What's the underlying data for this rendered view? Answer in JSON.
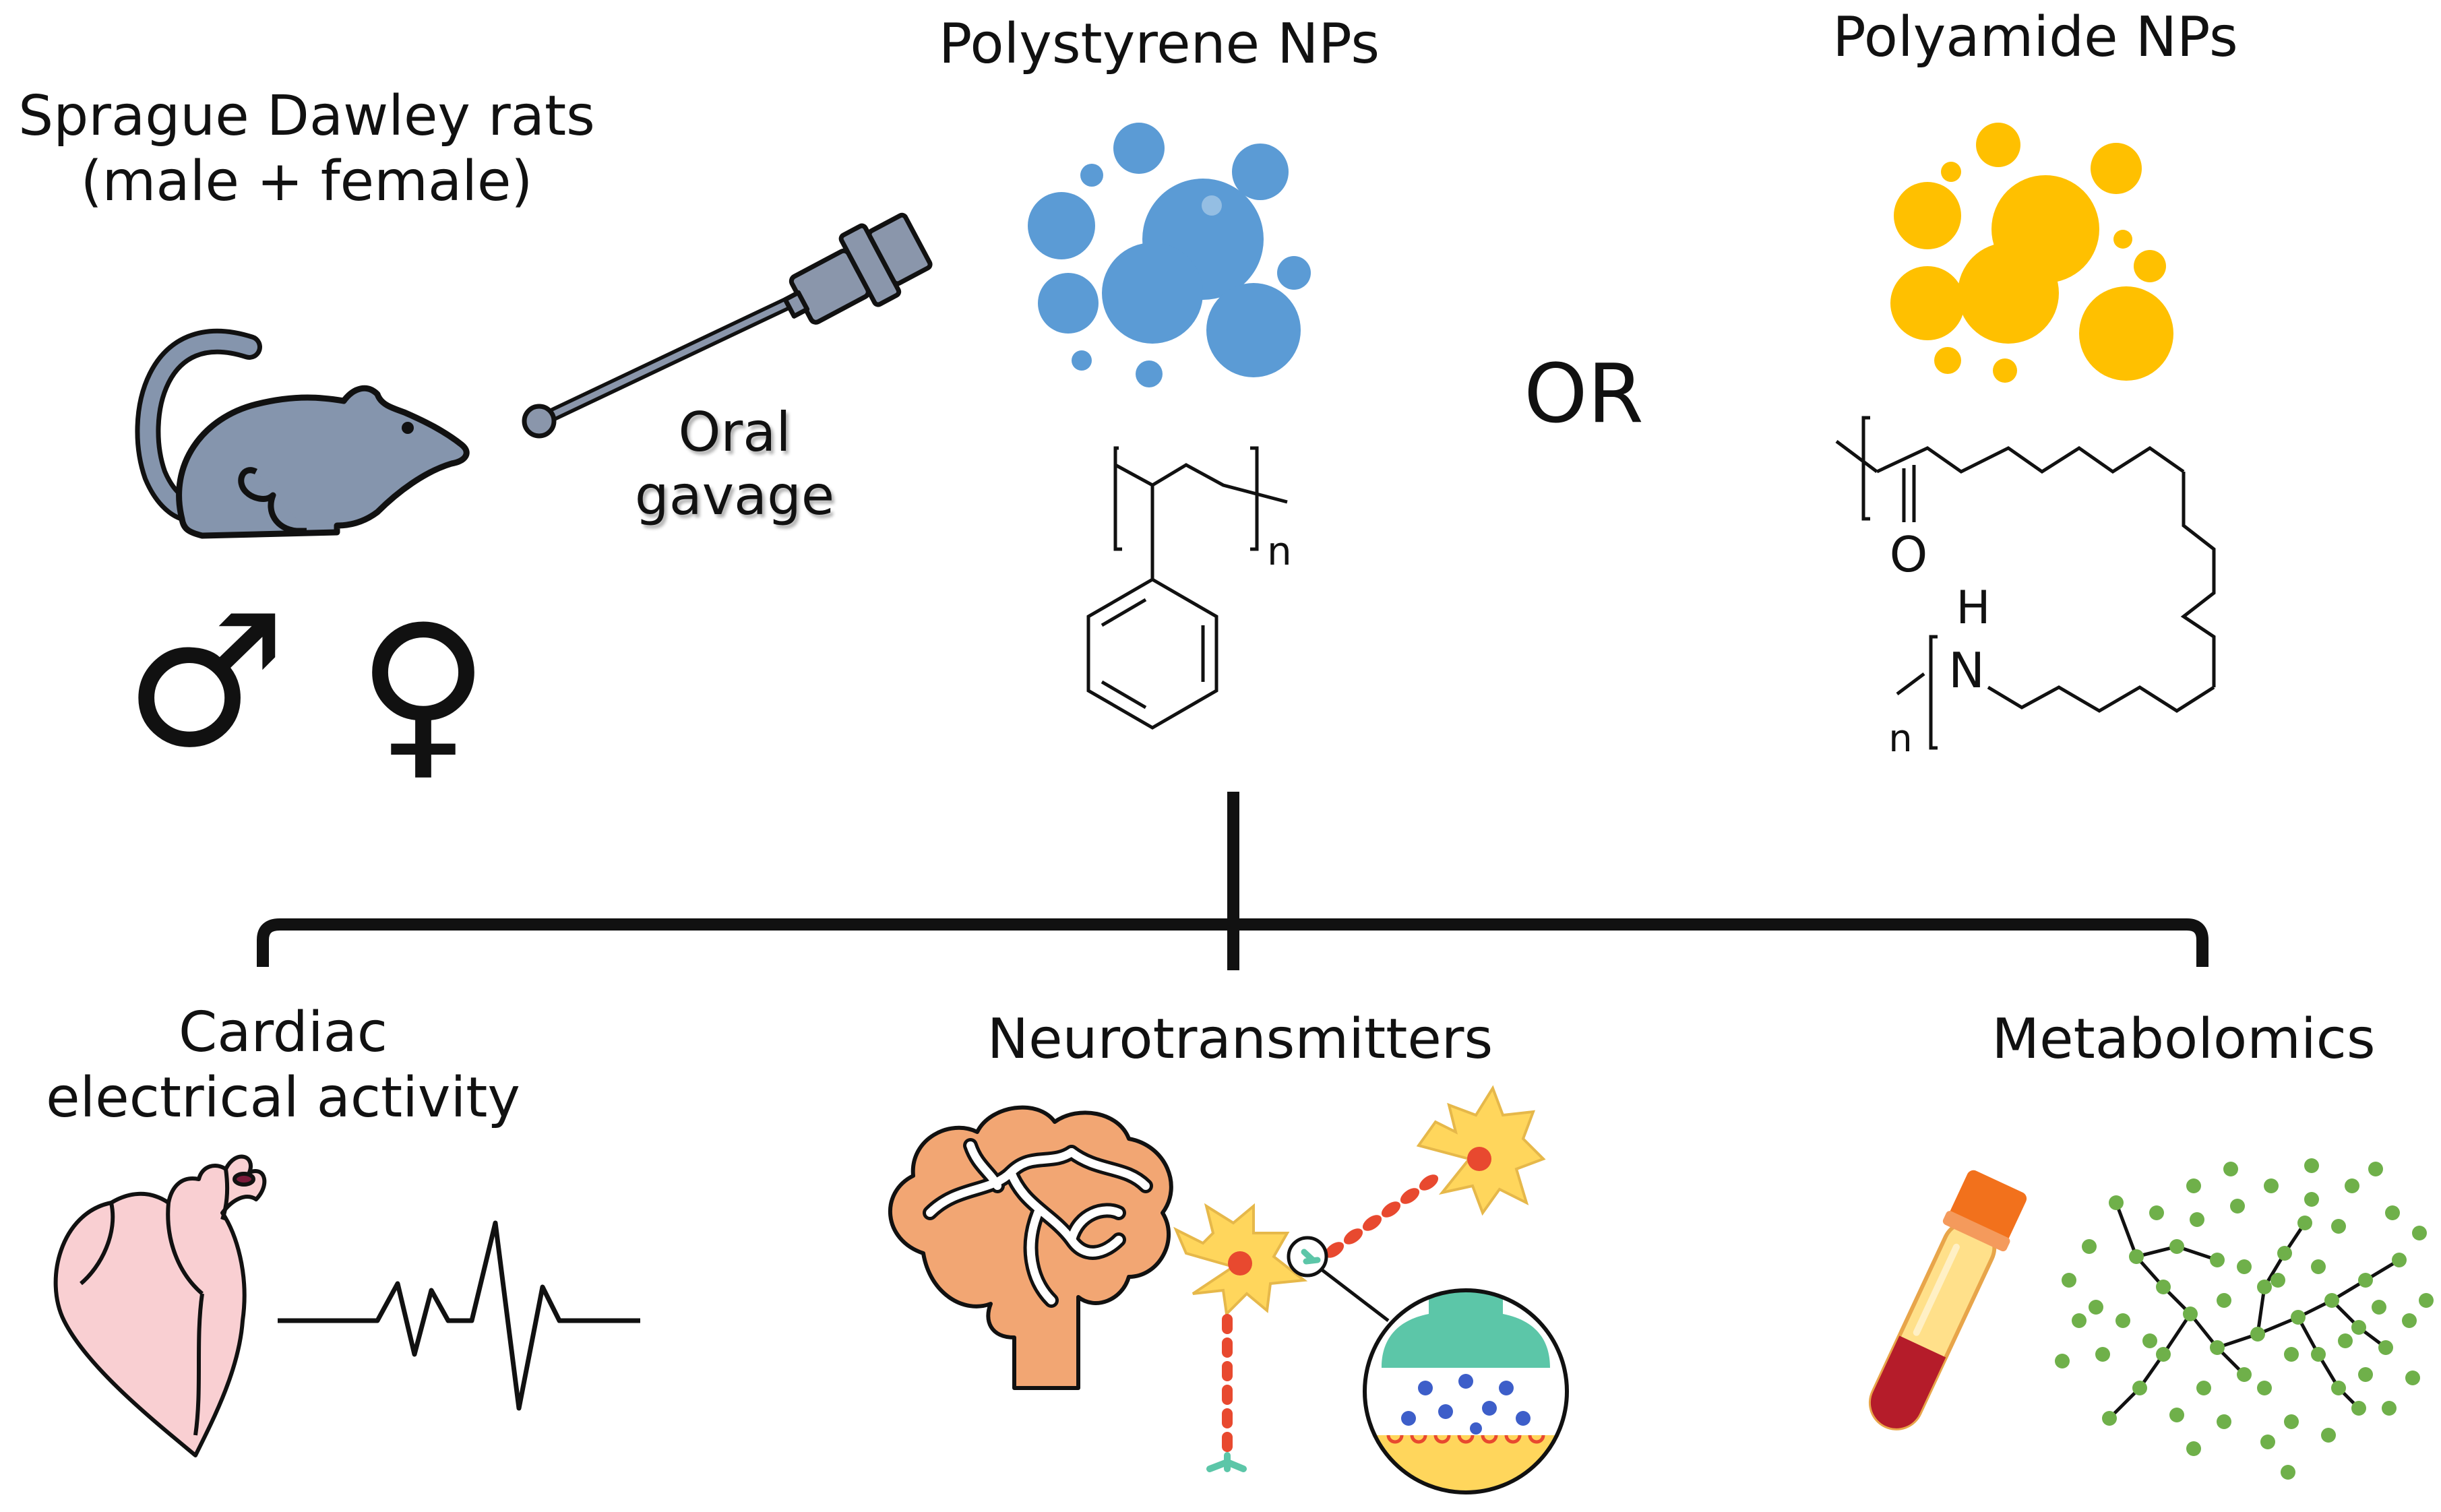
{
  "labels": {
    "rats_line1": "Sprague Dawley rats",
    "rats_line2": "(male + female)",
    "polystyrene": "Polystyrene NPs",
    "polyamide": "Polyamide NPs",
    "gavage_line1": "Oral",
    "gavage_line2": "gavage",
    "or": "OR",
    "cardiac_line1": "Cardiac",
    "cardiac_line2": "electrical activity",
    "neuro": "Neurotransmitters",
    "metab": "Metabolomics"
  },
  "chem": {
    "ps_subscript": "n",
    "pa_oxygen": "O",
    "pa_nitrogen": "N",
    "pa_hydrogen": "H",
    "pa_subscript": "n"
  },
  "symbols": {
    "male": "♂",
    "female": "♀"
  },
  "colors": {
    "rat": "#8595ad",
    "syringe": "#8a96ab",
    "polystyrene": "#5b9bd5",
    "polyamide": "#ffc000",
    "heart": "#f9cfd2",
    "brain": "#f2a673",
    "neuron": "#ffd65c",
    "axon": "#e8492f",
    "synapse": "#5cc6a8",
    "vesicle": "#3d5ec9",
    "blood": "#b51c2a",
    "tube_cap": "#f2711c",
    "metabolite": "#6fb04a"
  }
}
